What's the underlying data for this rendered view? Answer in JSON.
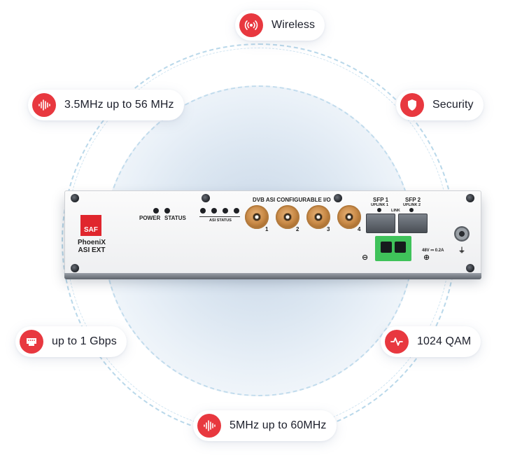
{
  "features": {
    "wireless": {
      "label": "Wireless",
      "icon": "wireless-signal-icon"
    },
    "bandwidth_a": {
      "label": "3.5MHz up to 56 MHz",
      "icon": "waveform-icon"
    },
    "security": {
      "label": "Security",
      "icon": "shield-icon"
    },
    "throughput": {
      "label": "up to 1 Gbps",
      "icon": "ethernet-port-icon"
    },
    "modulation": {
      "label": "1024 QAM",
      "icon": "pulse-icon"
    },
    "bandwidth_b": {
      "label": "5MHz up to 60MHz",
      "icon": "waveform-icon"
    }
  },
  "device": {
    "brand": "SAF",
    "model_line1": "PhoeniX",
    "model_line2": "ASI EXT",
    "power_label": "POWER",
    "status_label": "STATUS",
    "asi_status_label": "ASI STATUS",
    "dvb_label": "DVB ASI CONFIGURABLE I/O",
    "ports": [
      "1",
      "2",
      "3",
      "4"
    ],
    "sfp1_label": "SFP 1",
    "sfp1_sub": "UPLINK 1",
    "sfp2_label": "SFP 2",
    "sfp2_sub": "UPLINK 2",
    "link_label": "LINK",
    "power_rating": "48V ⎓ 0.2A",
    "minus_symbol": "⊖",
    "plus_symbol": "⊕"
  },
  "colors": {
    "accent": "#e8383f",
    "ring": "#b9d8ea",
    "connector_green": "#3fc25a"
  }
}
